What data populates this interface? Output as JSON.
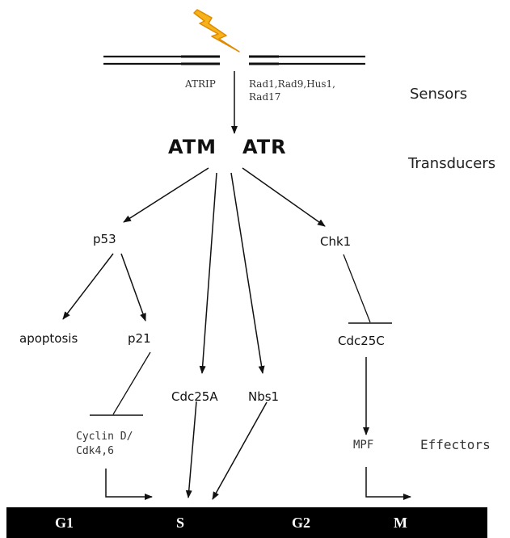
{
  "sensors": {
    "atrip": "ATRIP",
    "rad_line1": "Rad1,Rad9,Hus1,",
    "rad_line2": "Rad17"
  },
  "transducers": {
    "atm": "ATM",
    "atr": "ATR"
  },
  "nodes": {
    "p53": "p53",
    "chk1": "Chk1",
    "apoptosis": "apoptosis",
    "p21": "p21",
    "cdc25c": "Cdc25C",
    "cdc25a": "Cdc25A",
    "nbs1": "Nbs1",
    "cyclin_line1": "Cyclin D/",
    "cyclin_line2": "Cdk4,6",
    "mpf": "MPF"
  },
  "side_labels": {
    "sensors": "Sensors",
    "transducers": "Transducers",
    "effectors": "Effectors"
  },
  "phases": [
    "G1",
    "S",
    "G2",
    "M"
  ],
  "colors": {
    "lightning_fill": "#F6B21A",
    "lightning_stroke": "#E08A00",
    "bar": "#000000"
  }
}
